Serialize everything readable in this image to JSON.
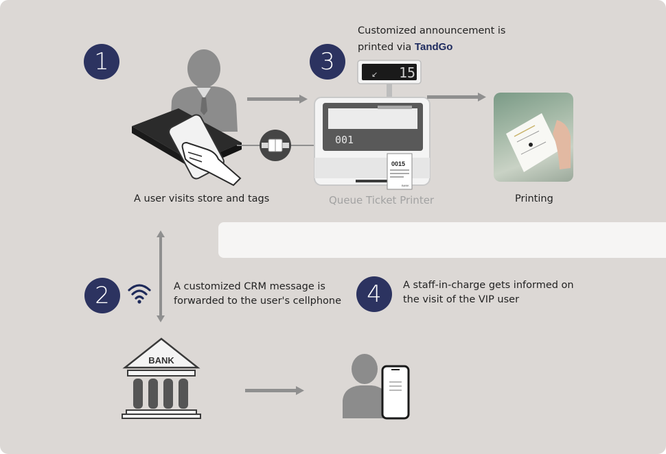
{
  "steps": [
    {
      "number": "1",
      "caption": "A user visits store and tags"
    },
    {
      "number": "2",
      "caption_line1": "A customized CRM message is",
      "caption_line2": "forwarded to the user's cellphone"
    },
    {
      "number": "3",
      "caption_line1": "Customized announcement is",
      "caption_line2_prefix": "printed via",
      "brand": "TandGo"
    },
    {
      "number": "4",
      "caption_line1": "A staff-in-charge gets informed on",
      "caption_line2": "the visit of the VIP user"
    }
  ],
  "printer": {
    "label": "Queue Ticket Printer",
    "display_number": "15",
    "screen_number": "001",
    "ticket_number": "0015",
    "ticket_footer": "BANK"
  },
  "printing_label": "Printing",
  "bank_label": "BANK",
  "colors": {
    "badge": "#2c3360",
    "panel": "#dcd8d5",
    "brand": "#1d2a5e",
    "arrow": "#8f8f8f",
    "icon_gray": "#8c8c8c"
  }
}
